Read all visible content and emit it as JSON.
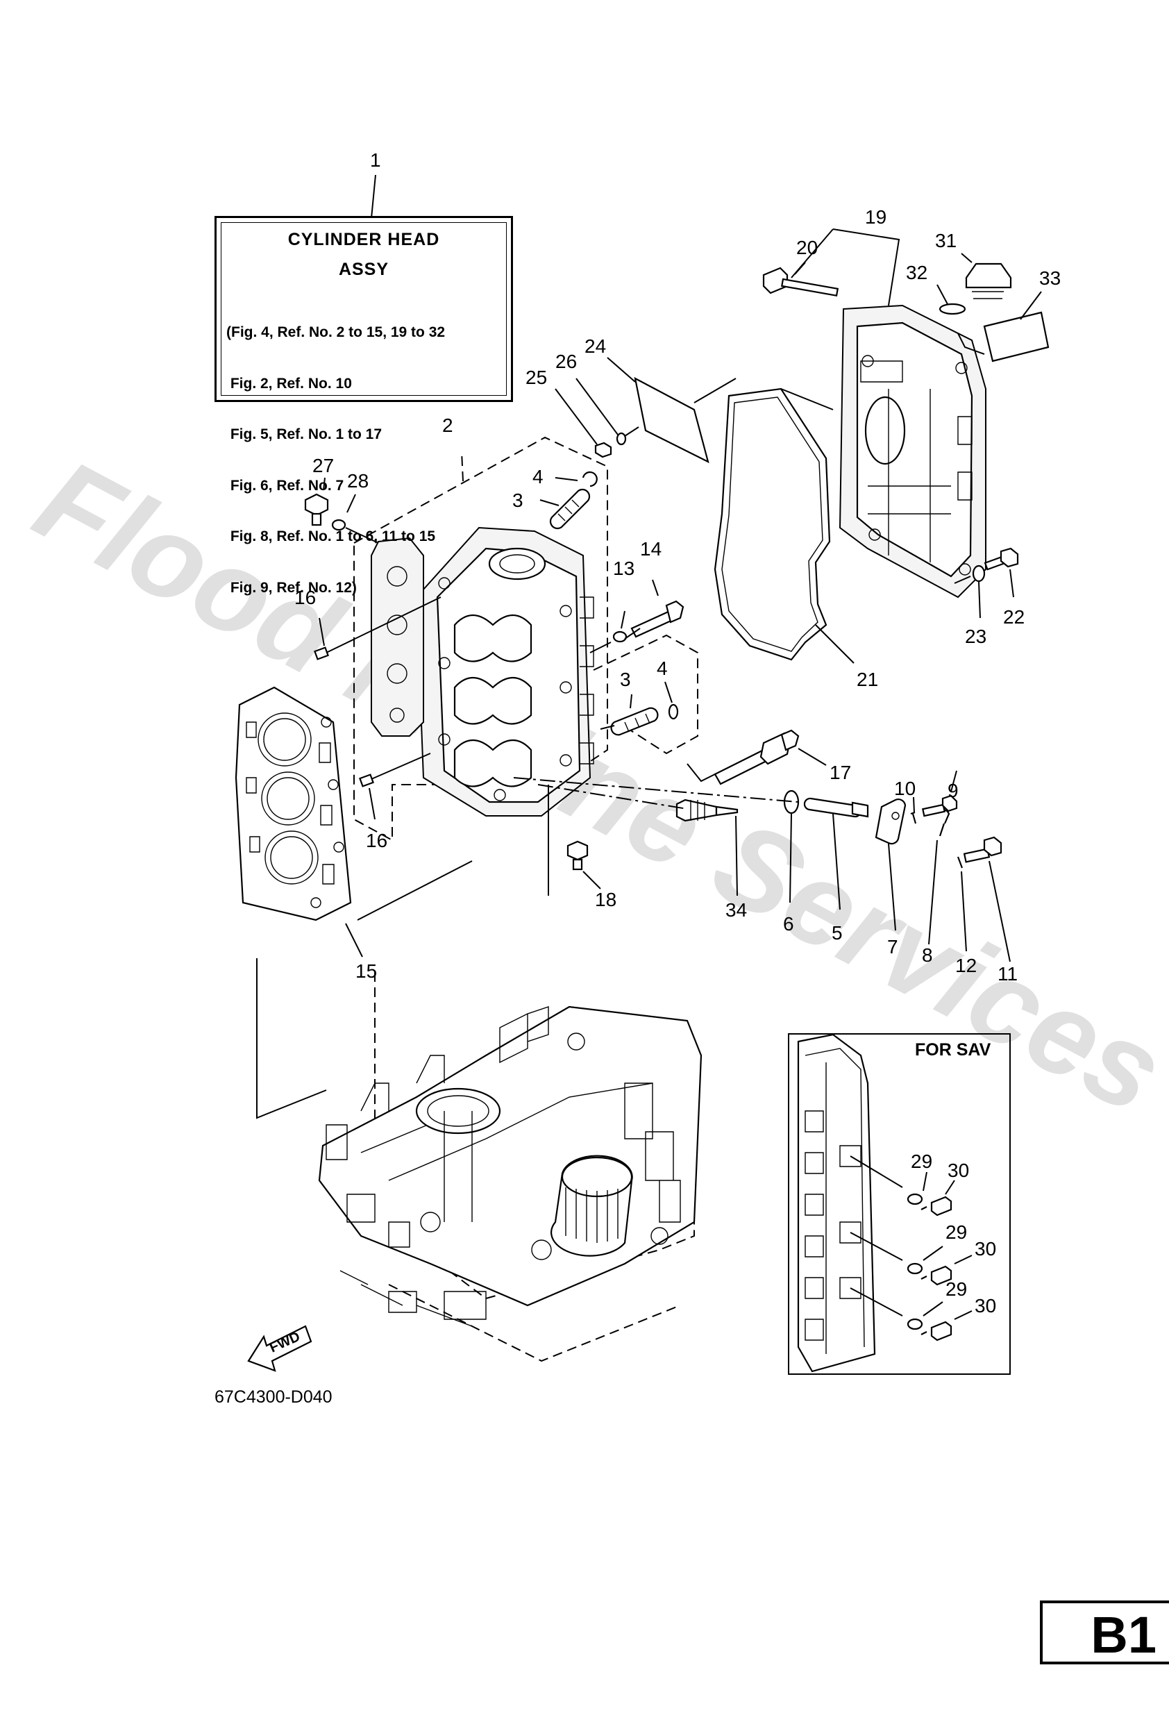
{
  "watermark": "Flood Marine Services",
  "assy": {
    "title_line1": "CYLINDER HEAD",
    "title_line2": "ASSY",
    "lines": [
      "(Fig. 4, Ref. No. 2 to 15, 19 to 32",
      " Fig. 2, Ref. No. 10",
      " Fig. 5, Ref. No. 1 to 17",
      " Fig. 6, Ref. No. 7",
      " Fig. 8, Ref. No. 1 to 6, 11 to 15",
      " Fig. 9, Ref. No. 12)"
    ]
  },
  "callouts": {
    "c1": "1",
    "c2": "2",
    "c3a": "3",
    "c3b": "3",
    "c4a": "4",
    "c4b": "4",
    "c5": "5",
    "c6": "6",
    "c7": "7",
    "c8": "8",
    "c9": "9",
    "c10": "10",
    "c11": "11",
    "c12": "12",
    "c13": "13",
    "c14": "14",
    "c15": "15",
    "c16a": "16",
    "c16b": "16",
    "c17": "17",
    "c18": "18",
    "c19": "19",
    "c20": "20",
    "c21": "21",
    "c22": "22",
    "c23": "23",
    "c24": "24",
    "c25": "25",
    "c26": "26",
    "c27": "27",
    "c28": "28",
    "c29a": "29",
    "c29b": "29",
    "c29c": "29",
    "c30a": "30",
    "c30b": "30",
    "c30c": "30",
    "c31": "31",
    "c32": "32",
    "c33": "33",
    "c34": "34"
  },
  "fwd_label": "FWD",
  "sav_label": "FOR SAV",
  "drawing_code": "67C4300-D040",
  "page_code": "B1"
}
